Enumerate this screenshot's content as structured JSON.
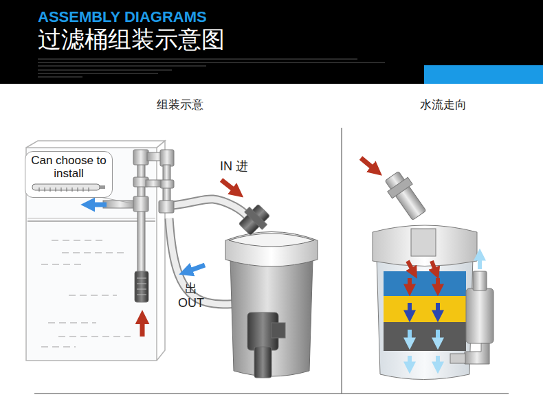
{
  "diagram": {
    "title": "过滤桶组装示意图",
    "nodes": [
      {
        "text": [
          "Can choose to install"
        ]
      }
    ],
    "labels": [
      "ASSEMBLY DIAGRAMS",
      "组装示意",
      "水流走向",
      "IN 进",
      "出 OUT"
    ]
  }
}
